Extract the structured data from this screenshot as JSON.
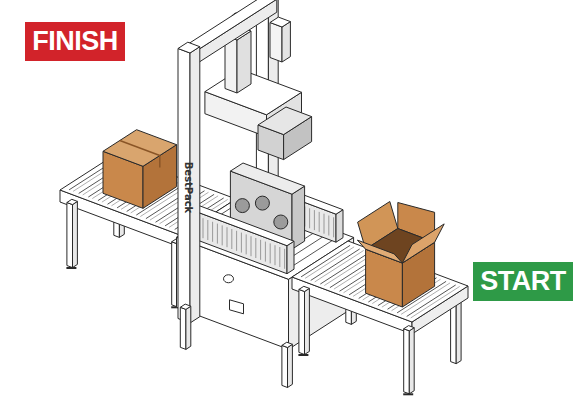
{
  "diagram": {
    "nodes": [
      {
        "text": [
          "FINISH"
        ]
      },
      {
        "text": [
          "START"
        ]
      }
    ],
    "labels": [
      "BestPack"
    ]
  }
}
